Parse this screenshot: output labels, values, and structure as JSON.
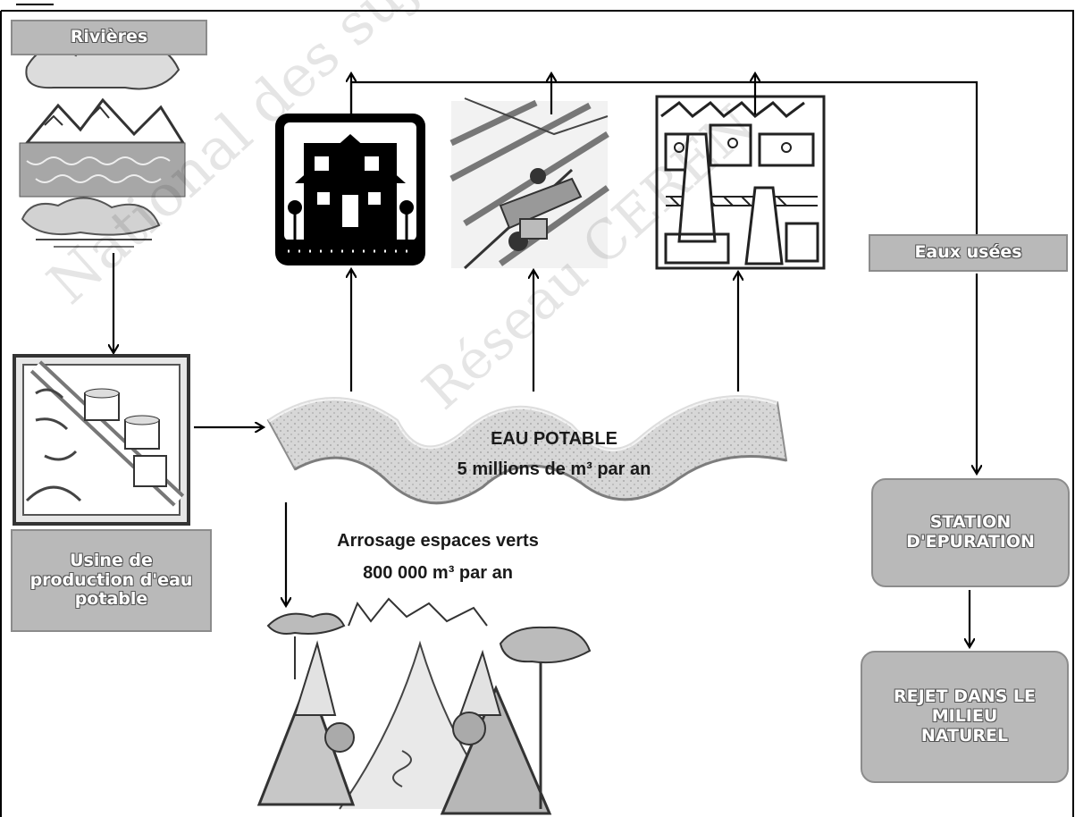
{
  "labels": {
    "rivieres": "Rivières",
    "usine": "Usine de\nproduction d'eau\npotable",
    "eaux_usees": "Eaux usées",
    "station": "STATION\nD'EPURATION",
    "rejet": "REJET DANS LE\nMILIEU\nNATUREL"
  },
  "pipe": {
    "title": "EAU POTABLE",
    "volume": "5 millions de m³ par an"
  },
  "arrosage": {
    "line1": "Arrosage espaces verts",
    "line2": "800 000 m³ par an"
  },
  "watermark": {
    "line1": "National des sujets d'Examens de l'ense",
    "line2": "Réseau CEREN"
  },
  "icons": [
    "river-landscape-icon",
    "water-plant-icon",
    "house-icon",
    "agriculture-icon",
    "factory-icon",
    "green-space-icon"
  ],
  "colors": {
    "label_bg": "#b9b9b9",
    "label_border": "#8c8c8c",
    "pipe": "#cfcfcf"
  }
}
